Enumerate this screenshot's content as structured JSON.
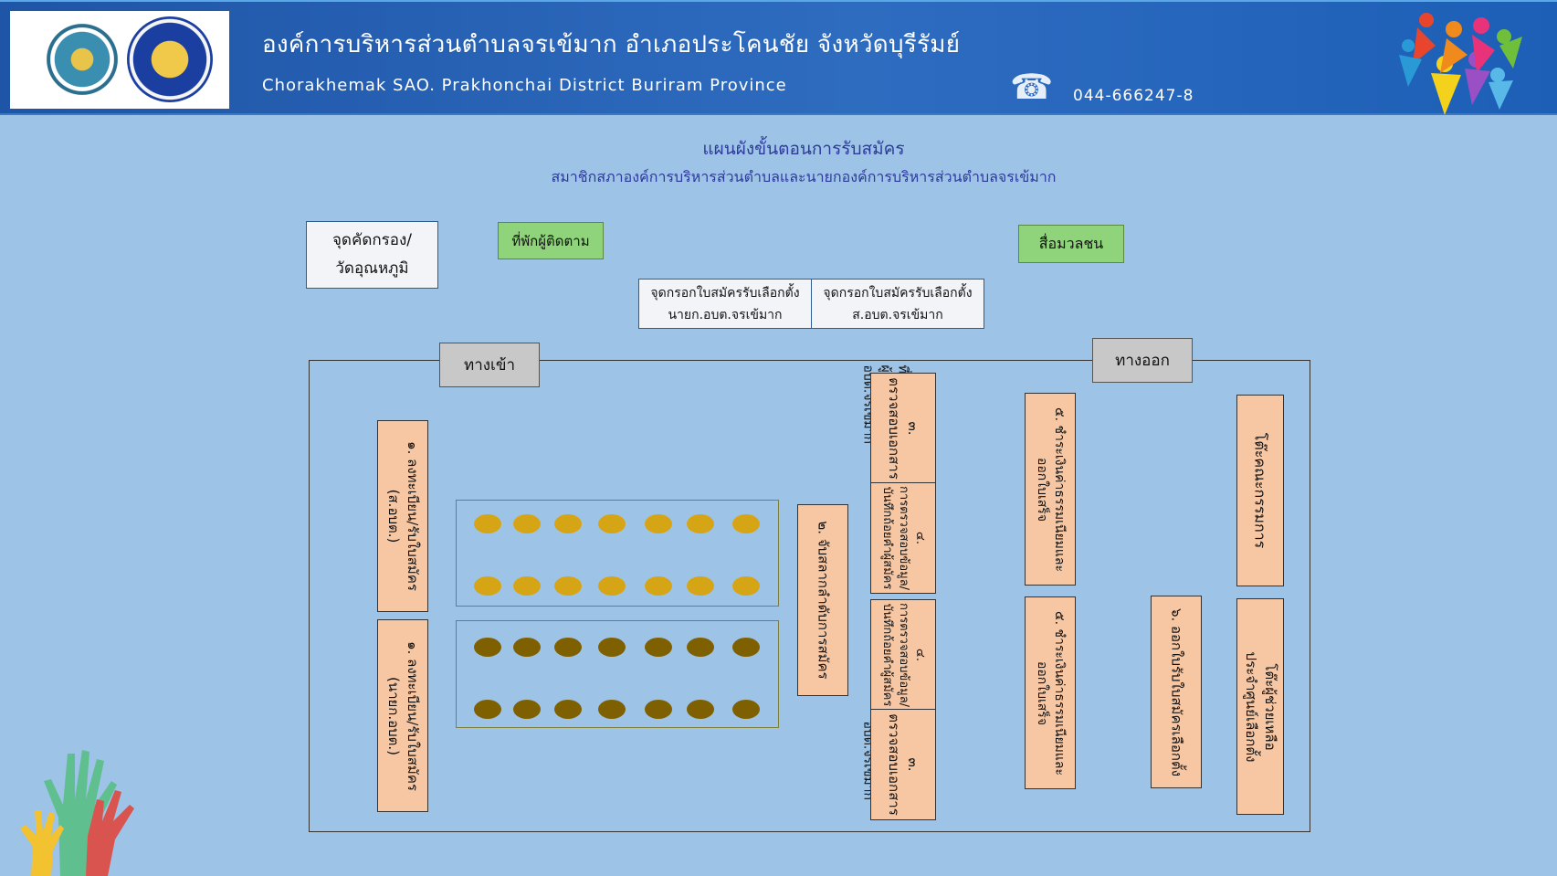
{
  "header": {
    "title_th": "องค์การบริหารส่วนตำบลจรเข้มาก  อำเภอประโคนชัย  จังหวัดบุรีรัมย์",
    "title_en": "Chorakhemak  SAO.  Prakhonchai  District  Buriram  Province",
    "phone": "044-666247-8",
    "phone_icon": "☎",
    "colors": {
      "bar": "#2e6cc0",
      "background": "#9dc3e6"
    }
  },
  "diagram": {
    "title": "แผนผังขั้นตอนการรับสมัคร",
    "subtitle": "สมาชิกสภาองค์การบริหารส่วนตำบลและนายกองค์การบริหารส่วนตำบลจรเข้มาก",
    "screening": "จุดคัดกรอง/\nวัดอุณหภูมิ",
    "follower_rest": "ที่พักผู้ติดตาม",
    "media": "สื่อมวลชน",
    "form_mayor": "จุดกรอกใบสมัครรับเลือกตั้ง\nนายก.อบต.จรเข้มาก",
    "form_member": "จุดกรอกใบสมัครรับเลือกตั้ง\nส.อบต.จรเข้มาก",
    "entrance": "ทางเข้า",
    "exit": "ทางออก",
    "register_member": "๑. ลงทะเบียน/รับใบสมัคร\n(ส.อบต.)",
    "register_mayor": "๑. ลงทะเบียน/รับใบสมัคร\n(นายก.อบต.)",
    "seat_label_member": "ที่นั่งสำหรับ\nผู้สมัครนายก\nอบต.จรเข้มาก",
    "seat_label_mayor": "ที่นั่งสำหรับ\nผู้สมัครนายก\nอบต.จรเข้มาก",
    "draw_lots": "๒. จับสลากลำดับการสมัคร",
    "check_docs_top": "๓.\nตรวจสอบเอกสาร",
    "check_info_top": "๔.\nการตรวจสอบข้อมูล/\nบันทึกถ้อยคำผู้สมัคร",
    "check_info_bottom": "๔.\nการตรวจสอบข้อมูล/\nบันทึกถ้อยคำผู้สมัคร",
    "check_docs_bottom": "๓.\nตรวจสอบเอกสาร",
    "pay_fee_top": "๕. ชำระเงินค่าธรรมเนียมและ\nออกใบเสร็จ",
    "pay_fee_bottom": "๕. ชำระเงินค่าธรรมเนียมและ\nออกใบเสร็จ",
    "issue_receipt": "๖. ออกใบรับใบสมัครเลือกตั้ง",
    "committee_table": "โต๊ะคณะกรรมการ",
    "assistant_table": "โต๊ะผู้ช่วยเหลือ\nประจำศูนย์เลือกตั้ง",
    "seat_rows": [
      {
        "color": "gold",
        "count": 7
      },
      {
        "color": "gold",
        "count": 7
      },
      {
        "color": "brown",
        "count": 7
      },
      {
        "color": "brown",
        "count": 7
      }
    ]
  }
}
